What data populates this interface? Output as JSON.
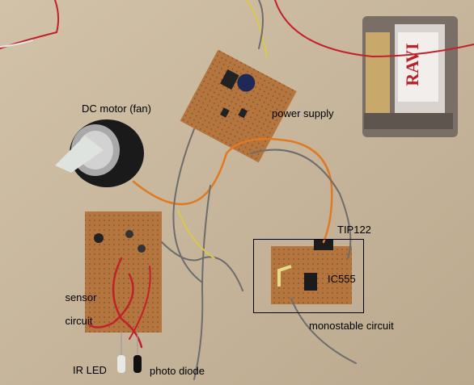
{
  "labels": {
    "dc_motor": "DC motor (fan)",
    "power_supply": "power supply",
    "tip122": "TIP122",
    "ic555": "IC555",
    "sensor_circuit_line1": "sensor",
    "sensor_circuit_line2": "circuit",
    "monostable": "monostable circuit",
    "ir_led": "IR LED",
    "photo_diode": "photo diode"
  },
  "transformer_brand": "RAVI",
  "colors": {
    "table": "#c9b79d",
    "board": "#b5753e",
    "wire_red": "#c0222a",
    "wire_orange": "#e07a22",
    "wire_grey": "#6d6d6d",
    "wire_yellow": "#d9c84a",
    "text": "#000000"
  }
}
